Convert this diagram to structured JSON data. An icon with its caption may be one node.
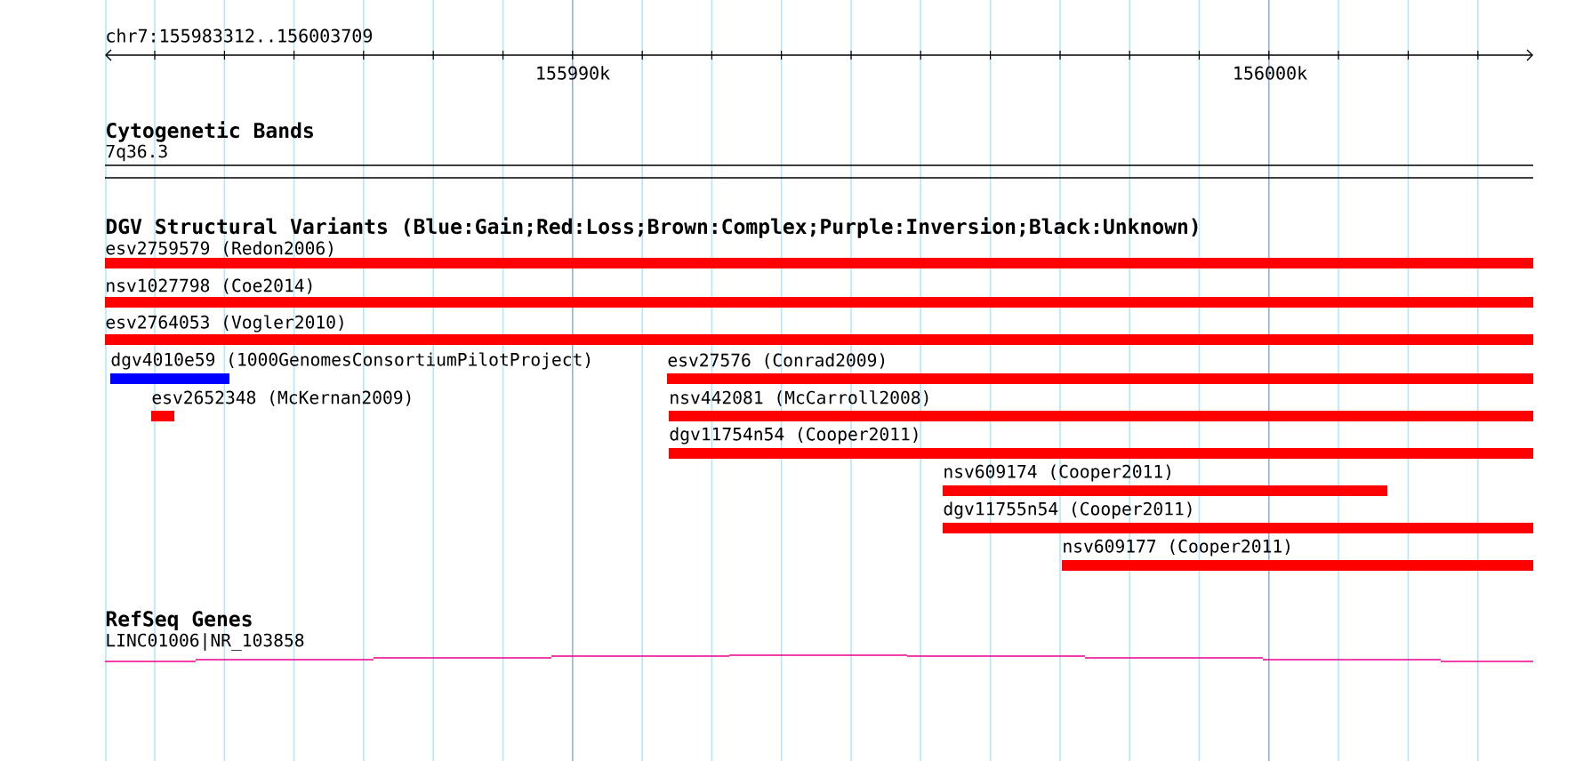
{
  "diagram": {
    "nodes": [
      {
        "text": [
          "7q36.3"
        ]
      },
      {
        "text": [
          "esv2759579 (Redon2006)"
        ]
      },
      {
        "text": [
          "nsv1027798 (Coe2014)"
        ]
      },
      {
        "text": [
          "esv2764053 (Vogler2010)"
        ]
      },
      {
        "text": [
          "dgv4010e59 (1000GenomesConsortiumPilotProject)"
        ]
      },
      {
        "text": [
          "esv27576 (Conrad2009)"
        ]
      },
      {
        "text": [
          "esv2652348 (McKernan2009)"
        ]
      },
      {
        "text": [
          "nsv442081 (McCarroll2008)"
        ]
      },
      {
        "text": [
          "dgv11754n54 (Cooper2011)"
        ]
      },
      {
        "text": [
          "nsv609174 (Cooper2011)"
        ]
      },
      {
        "text": [
          "dgv11755n54 (Cooper2011)"
        ]
      },
      {
        "text": [
          "nsv609177 (Cooper2011)"
        ]
      },
      {
        "text": [
          "LINC01006|NR_103858"
        ]
      }
    ],
    "labels": [
      "chr7:155983312..156003709",
      "155990k",
      "156000k",
      "Cytogenetic Bands",
      "DGV Structural Variants (Blue:Gain;Red:Loss;Brown:Complex;Purple:Inversion;Black:Unknown)",
      "RefSeq Genes"
    ]
  }
}
